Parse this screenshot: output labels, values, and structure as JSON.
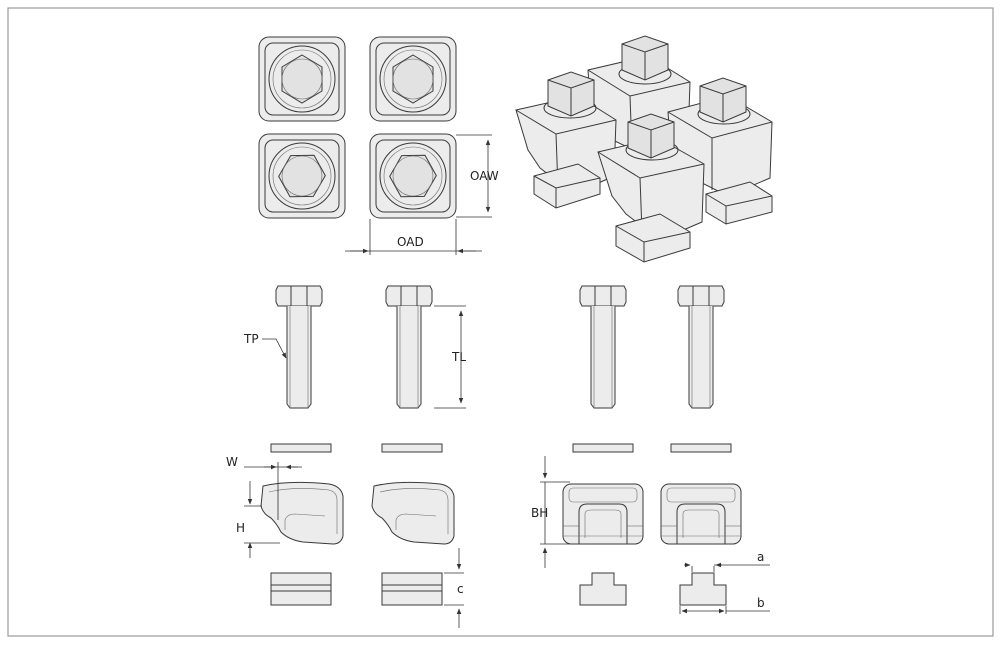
{
  "labels": {
    "oaw": "OAW",
    "oad": "OAD",
    "tp": "TP",
    "tl": "TL",
    "w": "W",
    "h": "H",
    "bh": "BH",
    "c": "c",
    "a": "a",
    "b": "b"
  },
  "colors": {
    "line": "#3a3a3a",
    "fill": "#ececec",
    "frame": "#9a9a9a"
  }
}
